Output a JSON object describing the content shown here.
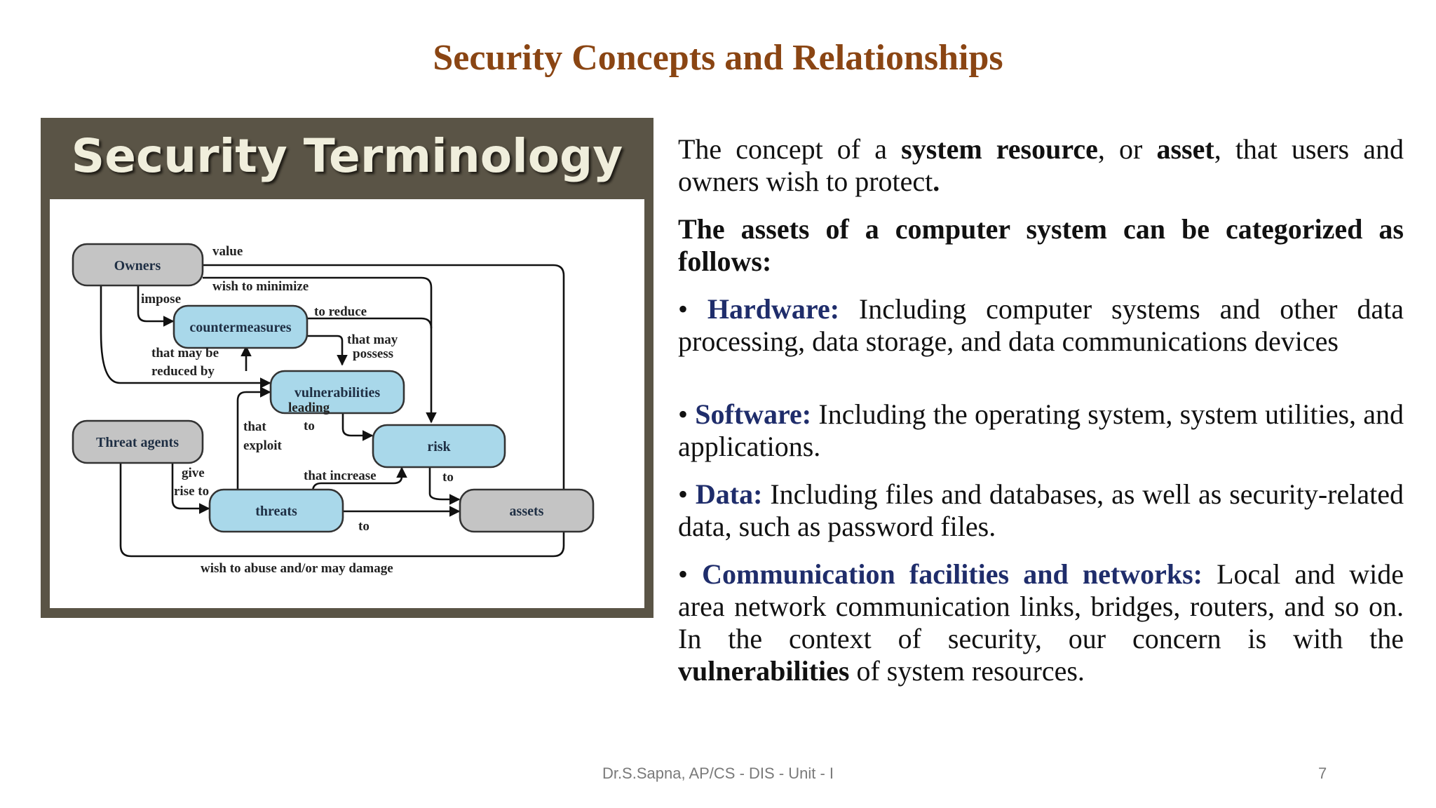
{
  "slide": {
    "title": "Security Concepts and Relationships",
    "footer": "Dr.S.Sapna, AP/CS  - DIS - Unit - I",
    "page_number": "7"
  },
  "figure": {
    "heading": "Security Terminology",
    "nodes": {
      "owners": "Owners",
      "countermeasures": "countermeasures",
      "vulnerabilities": "vulnerabilities",
      "threat_agents": "Threat agents",
      "risk": "risk",
      "threats": "threats",
      "assets": "assets"
    },
    "edges": {
      "value": "value",
      "wish_to_minimize": "wish to minimize",
      "impose": "impose",
      "to_reduce": "to reduce",
      "that_may": "that may",
      "possess": "possess",
      "that_may_be": "that may be",
      "reduced_by": "reduced by",
      "leading": "leading",
      "to_1": "to",
      "that": "that",
      "exploit": "exploit",
      "give": "give",
      "rise_to": "rise to",
      "that_increase": "that increase",
      "to_2": "to",
      "to_3": "to",
      "wish_to_abuse": "wish to abuse and/or may damage"
    },
    "colors": {
      "gray_node": "#c4c4c4",
      "blue_node": "#a9d8ea",
      "frame": "#5a5446"
    }
  },
  "body": {
    "intro_1": "The concept of a ",
    "intro_b1": "system resource",
    "intro_2": ", or ",
    "intro_b2": "asset",
    "intro_3": ", that users and owners wish to protect",
    "intro_4": ".",
    "categories_heading": "The assets of a computer system can be categorized as follows:",
    "items": [
      {
        "bullet": "• ",
        "term": "Hardware:",
        "text": " Including computer systems and other data processing, data storage, and data communications devices"
      },
      {
        "bullet": "• ",
        "term": "Software:",
        "text": " Including the operating system, system utilities, and applications."
      },
      {
        "bullet": "• ",
        "term": "Data:",
        "text": " Including files and databases, as well as security-related data, such as password files."
      },
      {
        "bullet": "• ",
        "term": "Communication facilities and networks:",
        "text": " Local and wide area network  communication links, bridges, routers, and so on. In the context of security, our concern is with the "
      }
    ],
    "closing_bold": "vulnerabilities",
    "closing_text": " of system resources."
  }
}
